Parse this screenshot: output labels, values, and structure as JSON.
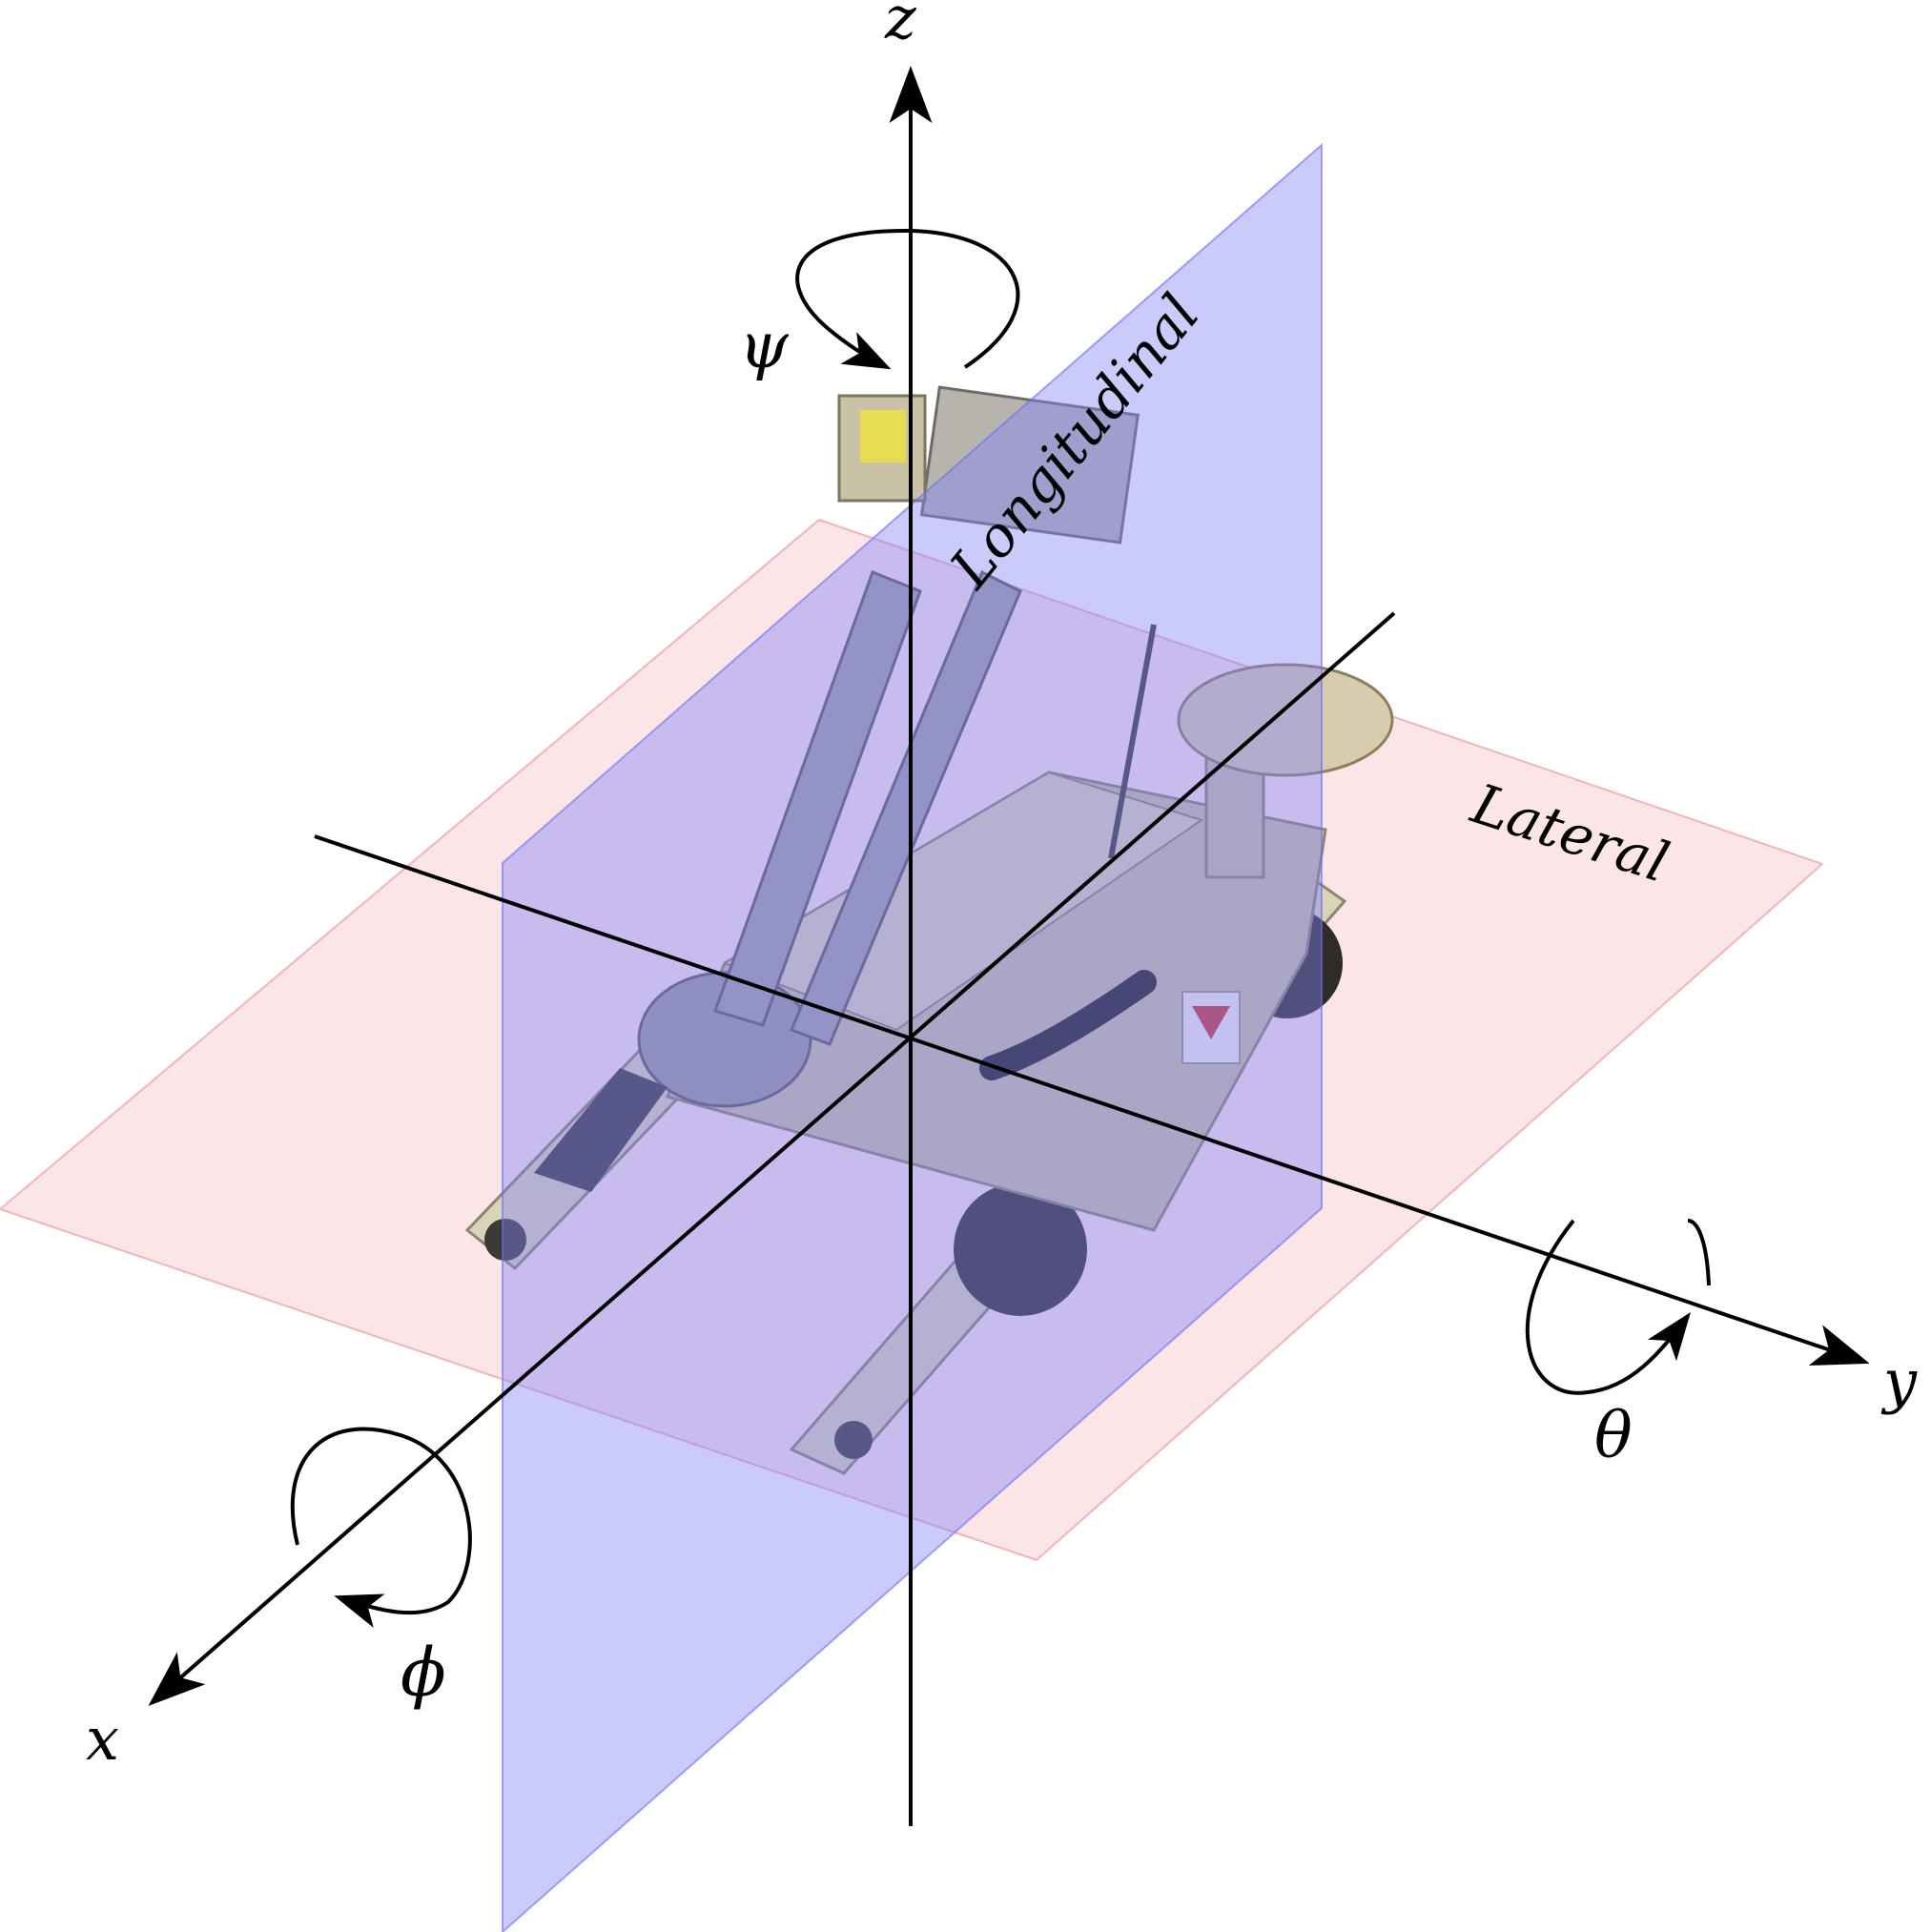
{
  "axes": {
    "x_label": "x",
    "y_label": "y",
    "z_label": "z"
  },
  "rotations": {
    "roll_label": "ϕ",
    "pitch_label": "θ",
    "yaw_label": "ψ"
  },
  "planes": {
    "longitudinal_label": "Longitudinal",
    "lateral_label": "Lateral"
  },
  "colors": {
    "longitudinal_plane": "#8080f5",
    "lateral_plane": "#f5a0a8",
    "axis": "#000000"
  }
}
